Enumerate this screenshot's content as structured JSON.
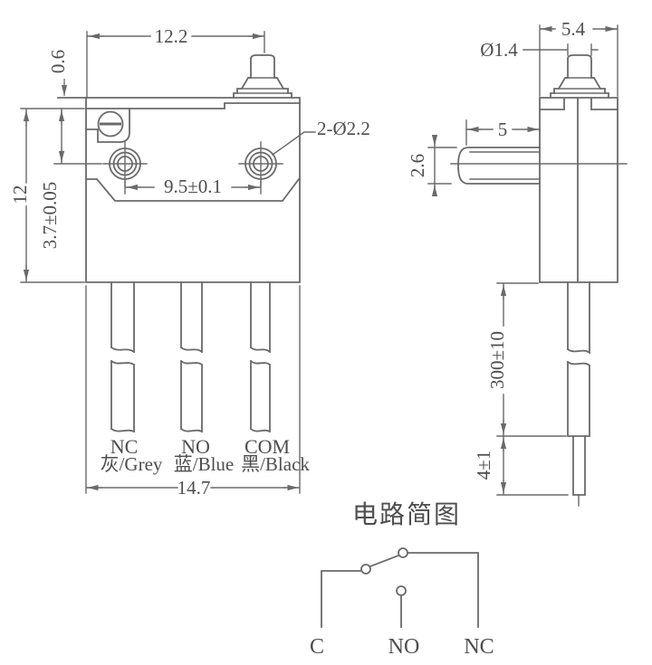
{
  "drawing": {
    "front_view": {
      "dim_width_top": "12.2",
      "dim_step": "0.6",
      "dim_height": "12",
      "dim_hole_offset": "3.7±0.05",
      "dim_hole_spacing": "9.5±0.1",
      "holes_callout": "2-Ø2.2",
      "dim_width_bottom": "14.7",
      "terminals": [
        {
          "label": "NC",
          "color": "灰/Grey"
        },
        {
          "label": "NO",
          "color": "蓝/Blue"
        },
        {
          "label": "COM",
          "color": "黑/Black"
        }
      ]
    },
    "side_view": {
      "dim_depth": "5.4",
      "dim_plunger_dia": "Ø1.4",
      "dim_boss_length": "5",
      "dim_boss_height": "2.6",
      "dim_wire_length": "300±10",
      "dim_strip_length": "4±1"
    },
    "circuit": {
      "title": "电路简图",
      "terminal_c": "C",
      "terminal_no": "NO",
      "terminal_nc": "NC"
    }
  },
  "colors": {
    "line": "#6a6a6a",
    "text": "#4e4e4e",
    "background": "#ffffff"
  }
}
